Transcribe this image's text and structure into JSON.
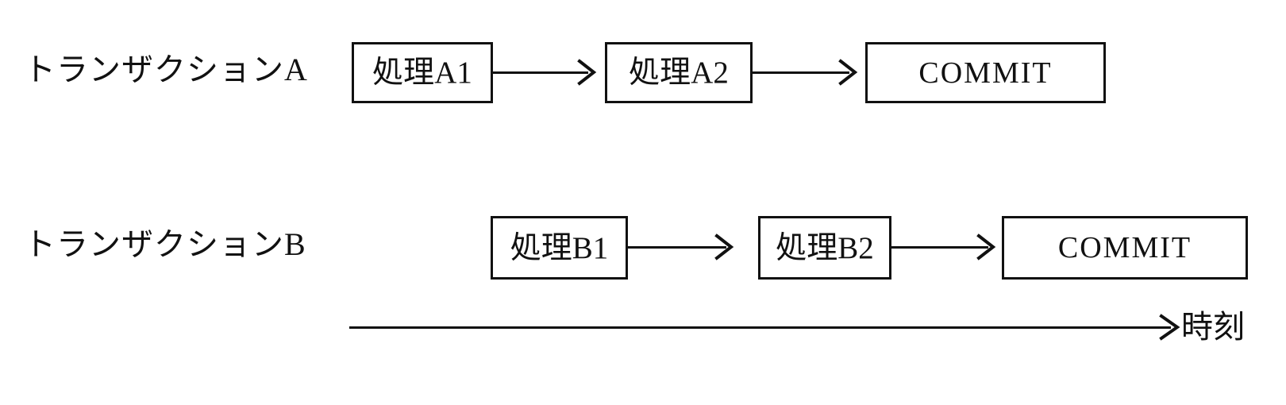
{
  "diagram": {
    "type": "transaction-timing-diagram",
    "background_color": "#ffffff",
    "line_color": "#111111",
    "rows": [
      {
        "label": "トランザクションA",
        "nodes": [
          {
            "text": "処理A1",
            "kind": "jp"
          },
          {
            "text": "処理A2",
            "kind": "jp"
          },
          {
            "text": "COMMIT",
            "kind": "en"
          }
        ]
      },
      {
        "label": "トランザクションB",
        "nodes": [
          {
            "text": "処理B1",
            "kind": "jp"
          },
          {
            "text": "処理B2",
            "kind": "jp"
          },
          {
            "text": "COMMIT",
            "kind": "en"
          }
        ]
      }
    ],
    "axis": {
      "label": "時刻"
    }
  }
}
